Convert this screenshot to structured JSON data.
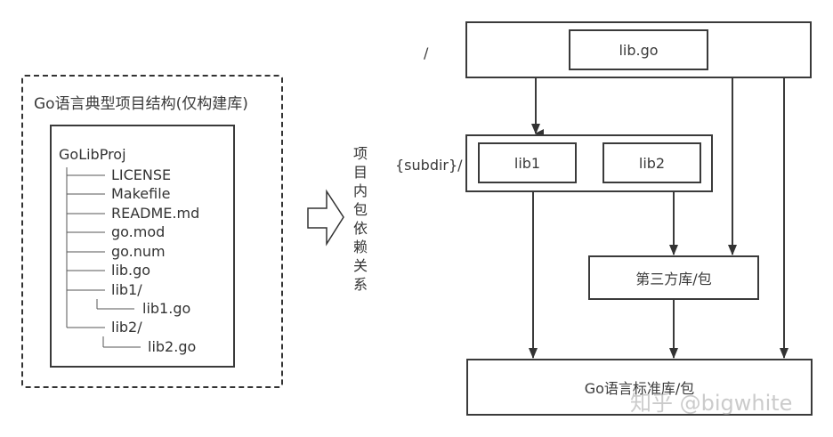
{
  "left_panel": {
    "title": "Go语言典型项目结构(仅构建库)",
    "tree": {
      "root": "GoLibProj",
      "items": [
        {
          "name": "LICENSE",
          "depth": 1
        },
        {
          "name": "Makefile",
          "depth": 1
        },
        {
          "name": "README.md",
          "depth": 1
        },
        {
          "name": "go.mod",
          "depth": 1
        },
        {
          "name": "go.num",
          "depth": 1
        },
        {
          "name": "lib.go",
          "depth": 1
        },
        {
          "name": "lib1/",
          "depth": 1
        },
        {
          "name": "lib1.go",
          "depth": 2
        },
        {
          "name": "lib2/",
          "depth": 1
        },
        {
          "name": "lib2.go",
          "depth": 2
        }
      ]
    }
  },
  "arrow_label": "项目内包依赖关系",
  "arrow_label_chars": [
    "项",
    "目",
    "内",
    "包",
    "依",
    "赖",
    "关",
    "系"
  ],
  "right_panel": {
    "root_label": "/",
    "subdir_label": "{subdir}/",
    "nodes": {
      "lib_go": "lib.go",
      "lib1": "lib1",
      "lib2": "lib2",
      "third_party": "第三方库/包",
      "std_lib": "Go语言标准库/包"
    },
    "edges": [
      {
        "from": "root",
        "to": "subdir"
      },
      {
        "from": "lib1",
        "to": "std_lib"
      },
      {
        "from": "lib2",
        "to": "third_party"
      },
      {
        "from": "root",
        "to": "third_party"
      },
      {
        "from": "root",
        "to": "std_lib"
      },
      {
        "from": "third_party",
        "to": "std_lib"
      }
    ]
  },
  "watermark": "知乎 @bigwhite"
}
